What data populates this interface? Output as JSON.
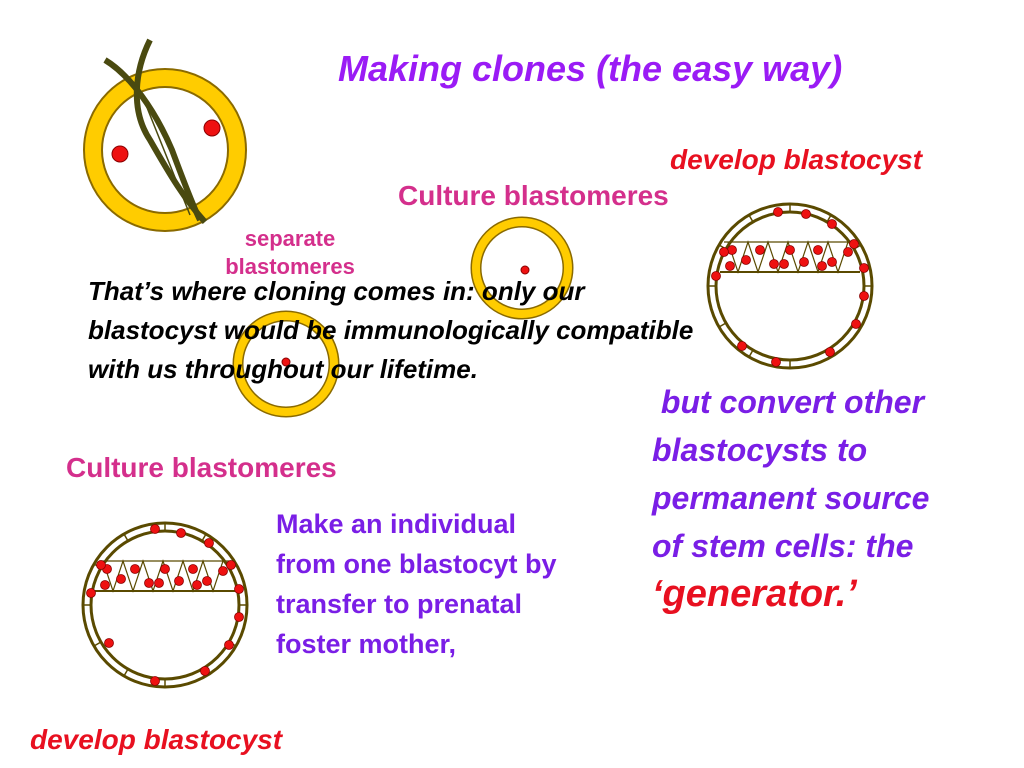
{
  "title": "Making clones (the easy way)",
  "labels": {
    "develop_blastocyst_top": "develop blastocyst",
    "culture_blastomeres_top": "Culture blastomeres",
    "separate_blastomeres": "separate blastomeres",
    "culture_blastomeres_bottom": "Culture blastomeres",
    "develop_blastocyst_bottom": "develop blastocyst"
  },
  "body_text": "That’s where cloning comes in: only our\nblastocyst would be immunologically compatible\nwith us throughout our lifetime.",
  "convert_text": " but convert other\nblastocysts to\npermanent source\nof stem cells: the\n",
  "generator_text": "‘generator.’",
  "make_text": "Make an individual\nfrom one blastocyt by\ntransfer to prenatal\nfoster mother,",
  "colors": {
    "ring": "#ffcc00",
    "ring_outline": "#8a6a00",
    "cell": "#ee1111",
    "blastocyst_ring": "#5a4a00",
    "title": "#9a1bf5",
    "pink": "#d42f8c",
    "red": "#e81020"
  }
}
